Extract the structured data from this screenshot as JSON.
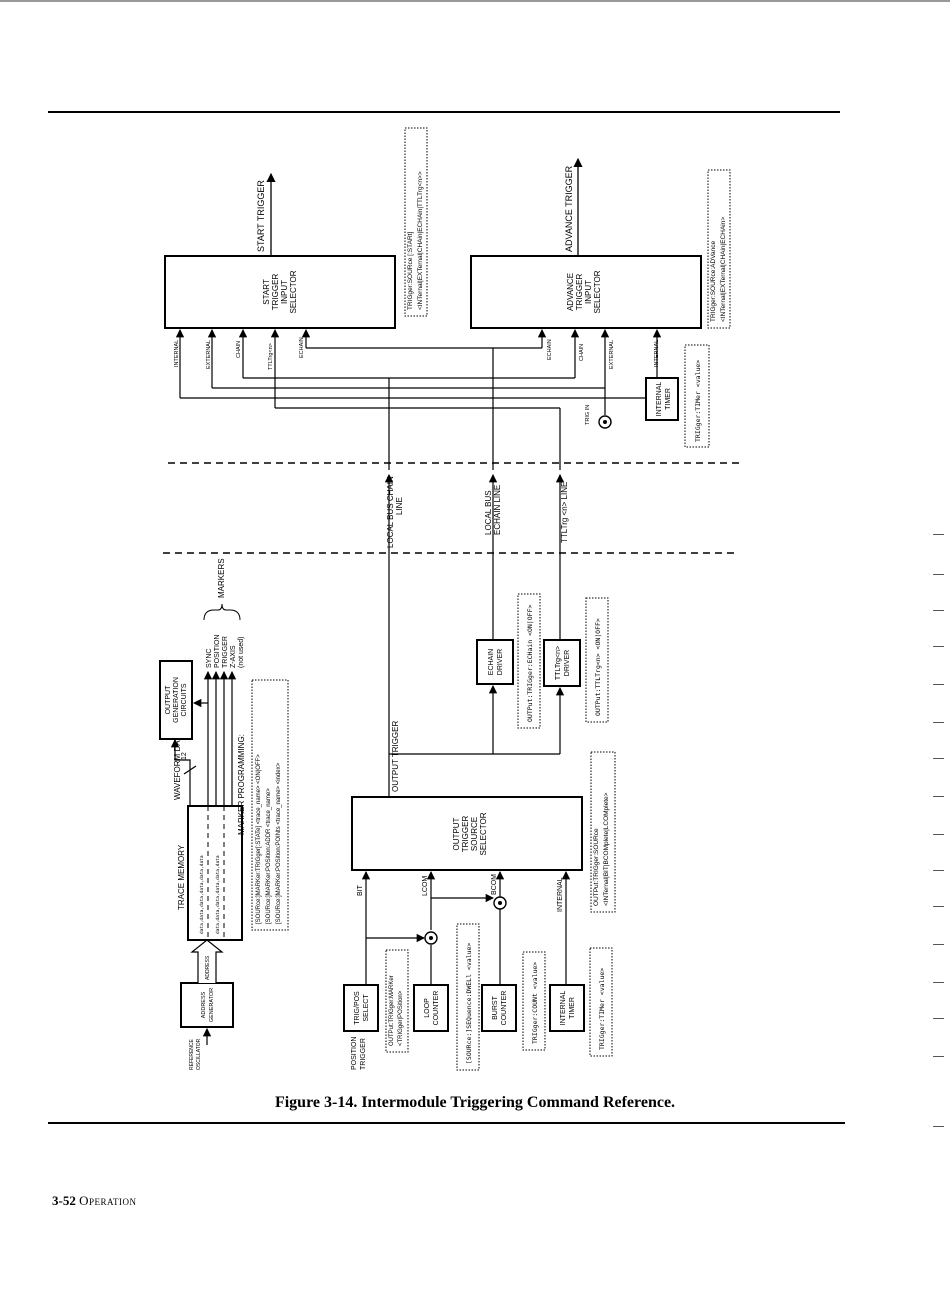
{
  "caption": "Figure 3-14.  Intermodule Triggering Command Reference.",
  "footer": {
    "page": "3-52",
    "section": "Operation"
  },
  "blocks": {
    "start_selector": [
      "START",
      "TRIGGER",
      "INPUT",
      "SELECTOR"
    ],
    "advance_selector": [
      "ADVANCE",
      "TRIGGER",
      "INPUT",
      "SELECTOR"
    ],
    "internal_timer_top": [
      "INTERNAL",
      "TIMER"
    ],
    "output_gen": [
      "OUTPUT",
      "GENERATION",
      "CIRCUITS"
    ],
    "trace_memory": "TRACE MEMORY",
    "address_gen": [
      "ADDRESS",
      "GENERATOR"
    ],
    "echain_driver": [
      "ECHAIN",
      "DRIVER"
    ],
    "ttltrg_driver": [
      "TTLTrg<n>",
      "DRIVER"
    ],
    "output_selector": [
      "OUTPUT",
      "TRIGGER",
      "SOURCE",
      "SELECTOR"
    ],
    "trigpos": [
      "TRIG/POS",
      "SELECT"
    ],
    "loop_counter": [
      "LOOP",
      "COUNTER"
    ],
    "burst_counter": [
      "BURST",
      "COUNTER"
    ],
    "internal_timer_bot": [
      "INTERNAL",
      "TIMER"
    ]
  },
  "labels": {
    "start_trigger": "START TRIGGER",
    "advance_trigger": "ADVANCE TRIGGER",
    "internal": "INTERNAL",
    "external": "EXTERNAL",
    "chain": "CHAIN",
    "ttltrg": "TTLTrg<n>",
    "echain": "ECHAIN",
    "trig_in": "TRIG IN",
    "local_bus_chain": [
      "LOCAL BUS CHAIN",
      "LINE"
    ],
    "local_bus_echain": [
      "LOCAL BUS",
      "ECHAIN LINE"
    ],
    "ttl_line": "TTLTrg <n> LINE",
    "output_trigger": "OUTPUT TRIGGER",
    "waveform_data": "WAVEFORM DATA",
    "bus_width": "12",
    "address": "ADDRESS",
    "ref_osc": [
      "REFERENCE",
      "OSCILLATOR"
    ],
    "markers": "MARKERS",
    "sync": "SYNC",
    "position": "POSITION",
    "trigger": "TRIGGER",
    "zaxis": "Z-AXIS",
    "not_used": "(not used)",
    "bit": "BIT",
    "lcom": "LCOM",
    "bcom": "BCOM",
    "internal_out": "INTERNAL",
    "position_trigger": [
      "POSITION",
      "TRIGGER"
    ],
    "trace_rows": [
      "data,data,data,data,data,data",
      "data,data,data,data,data,data"
    ]
  },
  "commands": {
    "start": [
      "TRIGger:SOURce [:STARt]",
      "<INTernal|EXTernal|CHAin|ECHAin|TTLTrg<n>>"
    ],
    "advance": [
      "TRIGger:SOURce:ADVance",
      "<INTernal|EXTernal|CHAin|ECHAin>"
    ],
    "timer_top": "TRIGger:TIMer <value>",
    "echain_cmd": "OUTPut:TRIGger:ECHain <ON|OFF>",
    "ttl_cmd": "OUTPut:TTLTrg<n> <ON|OFF>",
    "output_src": [
      "OUTPut:TRIGger:SOURce",
      "<INTernal|BIT|BCOMplete|LCOMplete>"
    ],
    "marker_heading": "MARKER PROGRAMMING:",
    "marker": [
      "[SOURce:]MARKer:TRIGger[:STATe] <trace_name> <ON|OFF>",
      "[SOURce:]MARKer:POSition:ADDR <trace_name>",
      "[SOURce:]MARKer:POSition:POINts <trace_name> <index>"
    ],
    "trigpos_cmd": [
      "OUTPut:TRIGger:MARKer",
      "<TRIGger|POSition>"
    ],
    "loop_cmd": "[SOURce:]SEQuence:DWELl <value>",
    "burst_cmd": "TRIGger:COUNt <value>",
    "timer_bot": "TRIGger:TIMer <value>"
  }
}
